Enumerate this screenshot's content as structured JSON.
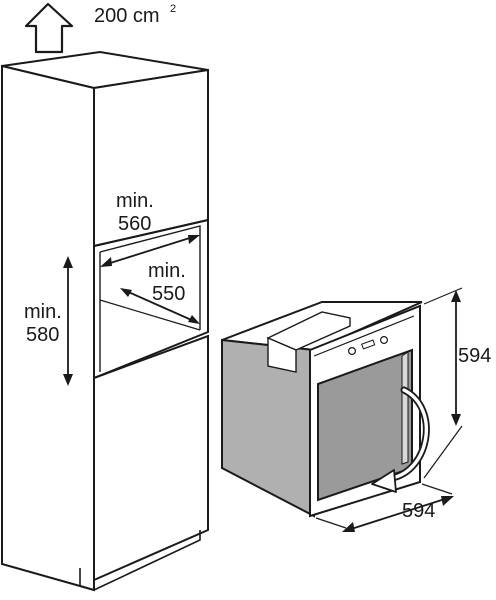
{
  "airflow": {
    "label": "200 cm",
    "superscript": "2",
    "icon": "arrow-up-icon"
  },
  "cabinet": {
    "width_label_min": "min.",
    "width_label_value": "560",
    "depth_label_min": "min.",
    "depth_label_value": "550",
    "height_label_min": "min.",
    "height_label_value": "580"
  },
  "oven": {
    "height_label": "594",
    "width_label": "594",
    "door_icon": "curved-arrow-icon"
  },
  "colors": {
    "stroke": "#1a1a1a",
    "panel": "#b0b0b0",
    "panel_dark": "#9a9a9a",
    "white": "#ffffff"
  }
}
